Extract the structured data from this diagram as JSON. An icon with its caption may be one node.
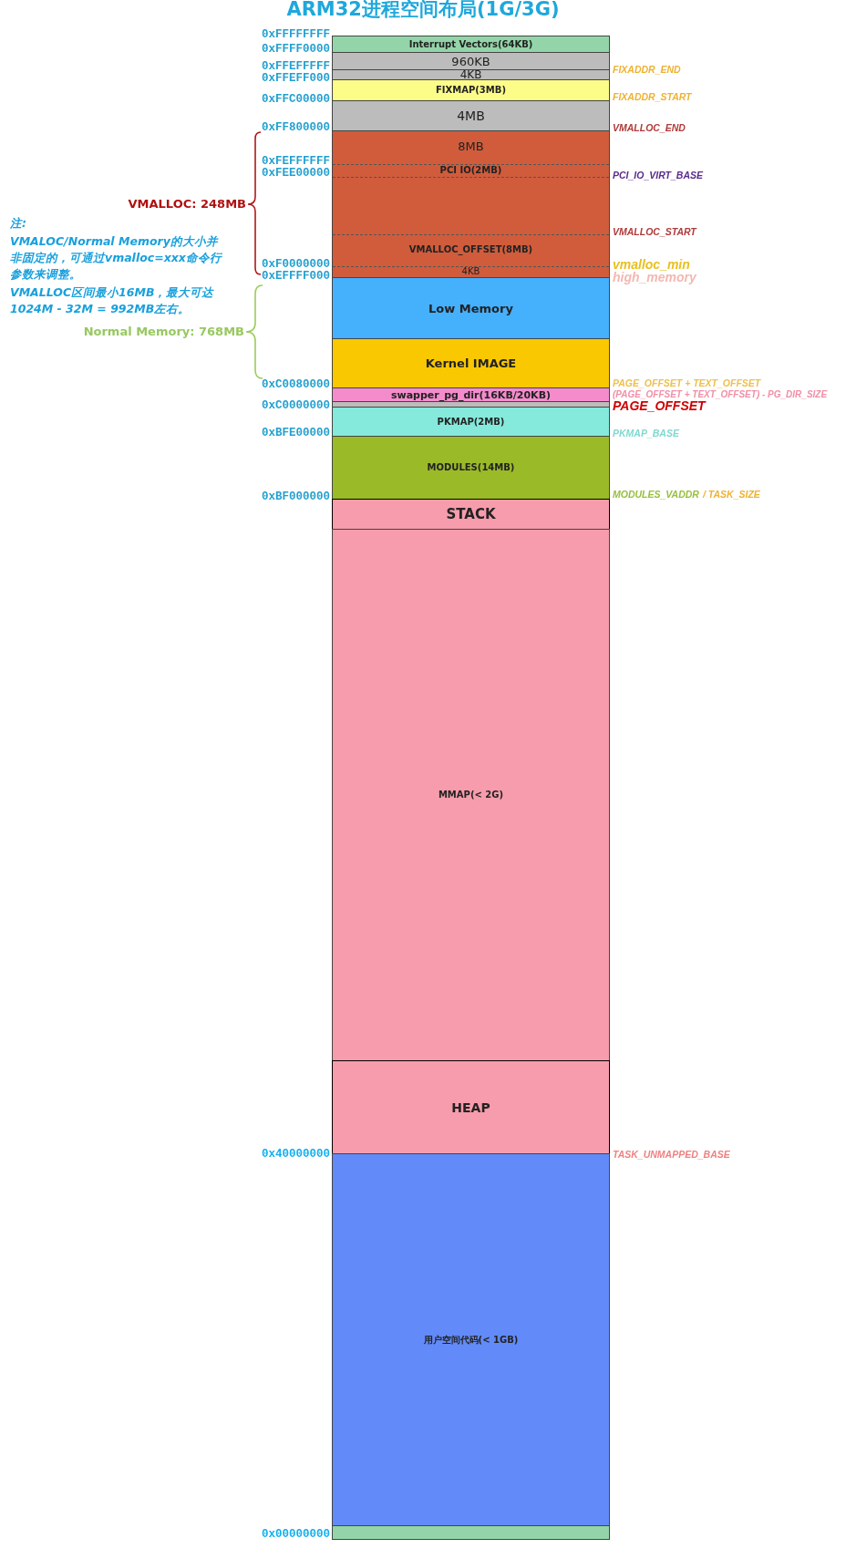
{
  "diagram": {
    "title": "ARM32进程空间布局(1G/3G)",
    "nodes": [
      {
        "text": [
          "Interrupt Vectors(64KB)"
        ]
      },
      {
        "text": [
          "960KB"
        ]
      },
      {
        "text": [
          "4KB"
        ]
      },
      {
        "text": [
          "FIXMAP(3MB)"
        ]
      },
      {
        "text": [
          "4MB"
        ]
      },
      {
        "text": [
          "8MB",
          "PCI IO(2MB)",
          "VMALLOC_OFFSET(8MB)",
          "4KB"
        ]
      },
      {
        "text": [
          "Low Memory"
        ]
      },
      {
        "text": [
          "Kernel IMAGE"
        ]
      },
      {
        "text": [
          "swapper_pg_dir(16KB/20KB)"
        ]
      },
      {
        "text": [],
        "shape": "bar"
      },
      {
        "text": [
          "PKMAP(2MB)"
        ]
      },
      {
        "text": [
          "MODULES(14MB)"
        ]
      },
      {
        "text": [
          "STACK"
        ]
      },
      {
        "text": [
          "MMAP(< 2G)"
        ]
      },
      {
        "text": [
          "HEAP"
        ]
      },
      {
        "text": [
          "用户空间代码(< 1GB)"
        ]
      },
      {
        "text": [],
        "shape": "bar"
      }
    ],
    "labels": [
      "0xFFFFFFFF",
      "0xFFFF0000",
      "0xFFEFFFFF",
      "FIXADDR_END",
      "0xFFEFF000",
      "0xFFC00000",
      "FIXADDR_START",
      "0xFF800000",
      "VMALLOC_END",
      "0xFEFFFFFF",
      "0xFEE00000",
      "PCI_IO_VIRT_BASE",
      "VMALLOC: 248MB",
      "注:",
      "VMALOC/Normal Memory的大小并非固定的，可通过vmalloc=xxx命令行参数来调整。",
      "VMALLOC区间最小16MB，最大可达1024M - 32M = 992MB左右。",
      "VMALLOC_START",
      "0xF0000000",
      "vmalloc_min",
      "0xEFFFF000",
      "high_memory",
      "Normal Memory: 768MB",
      "0xC0080000",
      "PAGE_OFFSET + TEXT_OFFSET",
      "(PAGE_OFFSET + TEXT_OFFSET) - PG_DIR_SIZE",
      "0xC0000000",
      "PAGE_OFFSET",
      "0xBFE00000",
      "PKMAP_BASE",
      "0xBF000000",
      "MODULES_VADDR",
      "/ TASK_SIZE",
      "0x40000000",
      "TASK_UNMAPPED_BASE",
      "0x00000000"
    ]
  }
}
